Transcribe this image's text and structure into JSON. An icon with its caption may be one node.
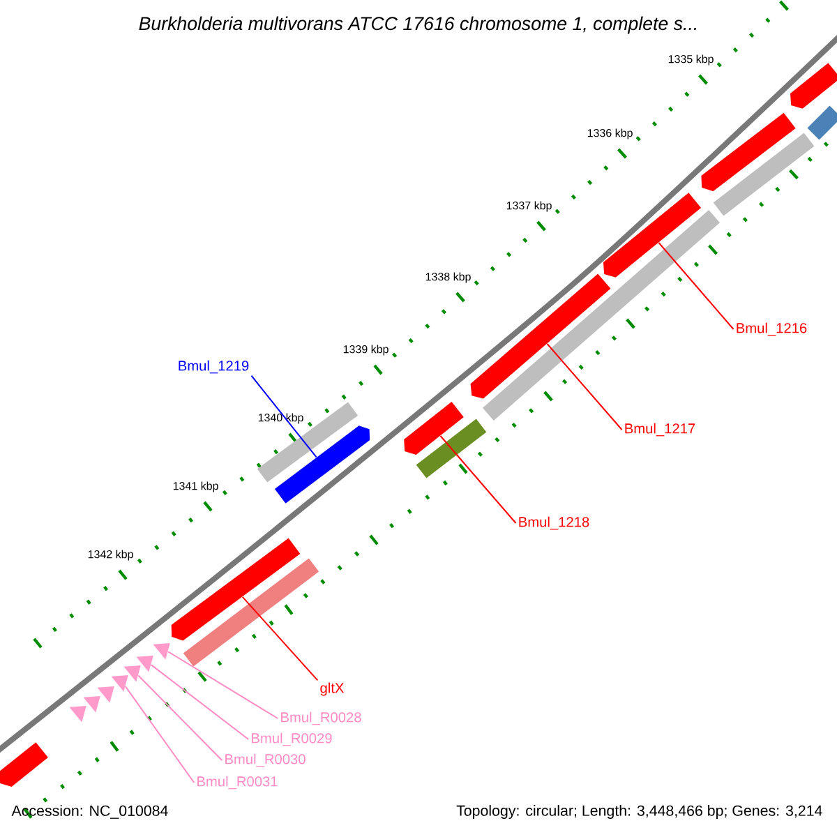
{
  "diagram": {
    "title": "Burkholderia multivorans ATCC 17616 chromosome 1, complete s...",
    "nodes": [
      {
        "text": [
          "Bmul_1216"
        ]
      },
      {
        "text": [
          "Bmul_1217"
        ]
      },
      {
        "text": [
          "Bmul_1218"
        ]
      },
      {
        "text": [
          "Bmul_1219"
        ]
      },
      {
        "text": [
          "gltX"
        ]
      },
      {
        "text": [
          "Bmul_R0028"
        ]
      },
      {
        "text": [
          "Bmul_R0029"
        ]
      },
      {
        "text": [
          "Bmul_R0030"
        ]
      },
      {
        "text": [
          "Bmul_R0031"
        ]
      },
      {
        "text": [],
        "shape": "pentagon"
      },
      {
        "text": [],
        "shape": "bar"
      },
      {
        "text": [],
        "shape": "pentagon"
      },
      {
        "text": [],
        "shape": "bar"
      },
      {
        "text": [],
        "shape": "pentagon"
      },
      {
        "text": [],
        "shape": "pentagon"
      },
      {
        "text": [],
        "shape": "bar"
      },
      {
        "text": [],
        "shape": "pentagon"
      },
      {
        "text": [],
        "shape": "bar"
      },
      {
        "text": [],
        "shape": "bar"
      },
      {
        "text": [],
        "shape": "pentagon"
      },
      {
        "text": [],
        "shape": "pentagon"
      },
      {
        "text": [],
        "shape": "bar"
      },
      {
        "text": [],
        "shape": "triangle"
      },
      {
        "text": [],
        "shape": "triangle"
      },
      {
        "text": [],
        "shape": "triangle"
      },
      {
        "text": [],
        "shape": "triangle"
      },
      {
        "text": [],
        "shape": "triangle"
      },
      {
        "text": [],
        "shape": "triangle"
      },
      {
        "text": [],
        "shape": "triangle"
      },
      {
        "text": [],
        "shape": "pentagon"
      }
    ],
    "edges": [
      {
        "from": 0,
        "to": 13,
        "arrow": "none"
      },
      {
        "from": 1,
        "to": 14,
        "arrow": "none"
      },
      {
        "from": 2,
        "to": 16,
        "arrow": "none"
      },
      {
        "from": 3,
        "to": 19,
        "arrow": "none",
        "color": "#0000ff"
      },
      {
        "from": 4,
        "to": 20,
        "arrow": "none"
      },
      {
        "from": 5,
        "to": 28,
        "arrow": "none",
        "color": "#ff8ac4"
      },
      {
        "from": 6,
        "to": 27,
        "arrow": "none",
        "color": "#ff8ac4"
      },
      {
        "from": 7,
        "to": 26,
        "arrow": "none",
        "color": "#ff8ac4"
      },
      {
        "from": 8,
        "to": 25,
        "arrow": "none",
        "color": "#ff8ac4"
      }
    ],
    "labels": [
      "1335 kbp",
      "1336 kbp",
      "1337 kbp",
      "1338 kbp",
      "1339 kbp",
      "1340 kbp",
      "1341 kbp",
      "1342 kbp",
      "Accession: NC_010084",
      "Topology: circular; Length: 3,448,466 bp; Genes: 3,214"
    ]
  }
}
